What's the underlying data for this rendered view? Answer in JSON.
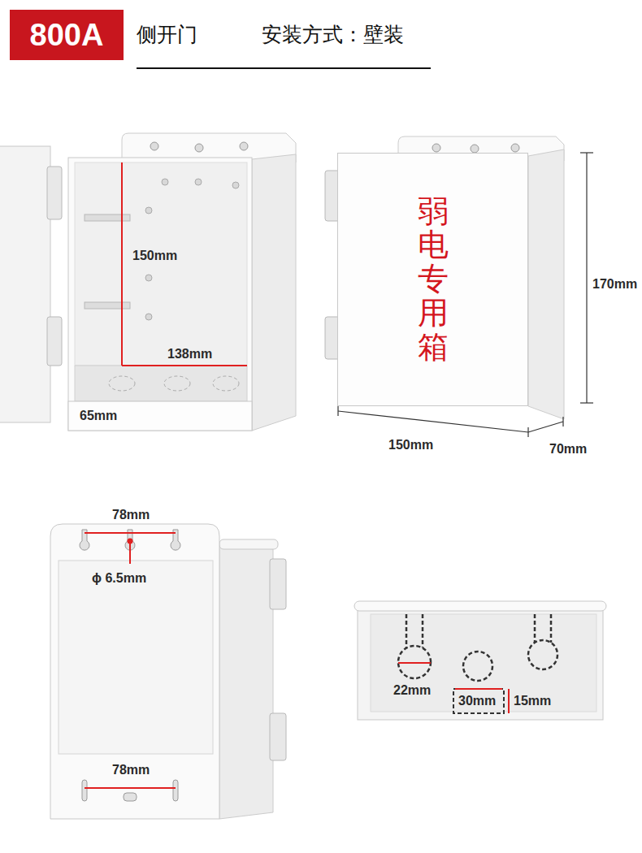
{
  "diagram": {
    "nodes": [
      {
        "text": [
          "800A"
        ]
      },
      {
        "text": [
          "弱电专用箱"
        ]
      }
    ],
    "labels": [
      "侧开门",
      "安装方式：壁装",
      "150mm",
      "138mm",
      "65mm",
      "170mm",
      "150mm",
      "70mm",
      "78mm",
      "ϕ 6.5mm",
      "78mm",
      "22mm",
      "30mm",
      "15mm"
    ]
  }
}
